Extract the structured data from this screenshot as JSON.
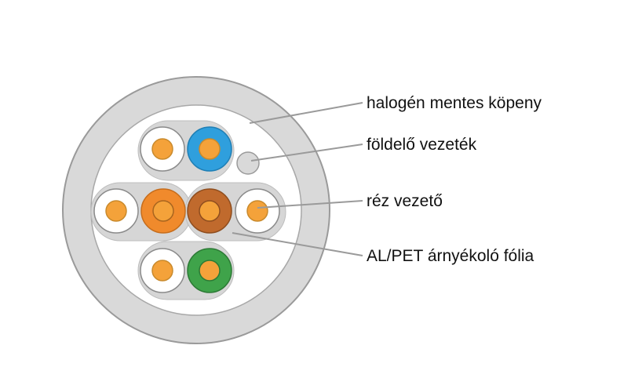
{
  "labels": {
    "jacket": "halogén mentes köpeny",
    "drain_wire": "földelő vezeték",
    "copper_conductor": "réz vezető",
    "foil_shield": "AL/PET árnyékoló fólia"
  },
  "colors": {
    "background": "#ffffff",
    "jacket": "#d9d9d9",
    "jacket_outline": "#9a9a9a",
    "cable_interior": "#ffffff",
    "foil": "#d6d6d6",
    "copper": "#f4a23a",
    "copper_outline": "#c98a2c",
    "insulation_white": "#ffffff",
    "insulation_blue": "#2f9fdd",
    "insulation_orange": "#f08a2c",
    "insulation_brown": "#c06a2d",
    "insulation_green": "#3fa34a",
    "leader_line": "#9a9a9a",
    "text": "#111111"
  },
  "pairs": [
    {
      "name": "blue pair",
      "wires": [
        "white",
        "blue"
      ]
    },
    {
      "name": "orange pair",
      "wires": [
        "white",
        "orange"
      ]
    },
    {
      "name": "brown pair",
      "wires": [
        "brown",
        "white"
      ]
    },
    {
      "name": "green pair",
      "wires": [
        "white",
        "green"
      ]
    }
  ]
}
